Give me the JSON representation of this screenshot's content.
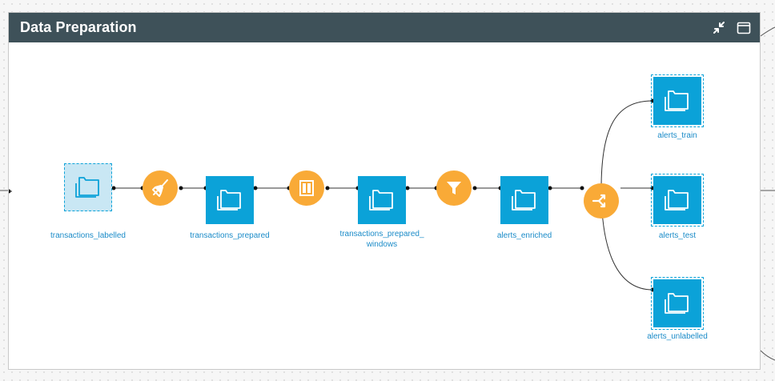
{
  "zone": {
    "title": "Data Preparation",
    "actions": [
      {
        "name": "collapse",
        "icon": "collapse-arrows-icon"
      },
      {
        "name": "maximize",
        "icon": "window-icon"
      }
    ]
  },
  "datasets": [
    {
      "id": "transactions_labelled",
      "label": "transactions_labelled",
      "icon": "folder-icon",
      "state": "source"
    },
    {
      "id": "transactions_prepared",
      "label": "transactions_prepared",
      "icon": "folder-icon",
      "state": "normal"
    },
    {
      "id": "transactions_prepared_windows",
      "label": "transactions_prepared_",
      "label2": "windows",
      "icon": "folder-icon",
      "state": "normal"
    },
    {
      "id": "alerts_enriched",
      "label": "alerts_enriched",
      "icon": "folder-icon",
      "state": "normal"
    },
    {
      "id": "alerts_train",
      "label": "alerts_train",
      "icon": "folder-icon",
      "state": "selected"
    },
    {
      "id": "alerts_test",
      "label": "alerts_test",
      "icon": "folder-icon",
      "state": "selected"
    },
    {
      "id": "alerts_unlabelled",
      "label": "alerts_unlabelled",
      "icon": "folder-icon",
      "state": "selected"
    }
  ],
  "recipes": [
    {
      "id": "prepare",
      "icon": "broom-icon"
    },
    {
      "id": "window",
      "icon": "window-recipe-icon"
    },
    {
      "id": "filter",
      "icon": "funnel-icon"
    },
    {
      "id": "split",
      "icon": "split-arrows-icon"
    }
  ],
  "colors": {
    "header": "#3e5159",
    "dataset": "#0ba2d8",
    "dataset_source": "#c9e7f4",
    "recipe": "#f9aa37",
    "label": "#1a8bc8",
    "edge": "#333333"
  }
}
